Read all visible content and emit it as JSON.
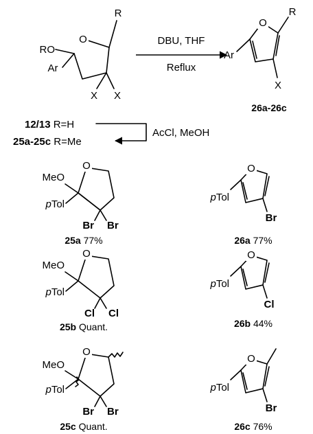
{
  "colors": {
    "bromine": "#F4A064",
    "chlorine": "#22B04A",
    "ink": "#000000",
    "background": "#FFFFFF"
  },
  "general": {
    "substituent_r": "R",
    "atom_ring_o": "O",
    "ro_label": "RO",
    "ar_label": "Ar",
    "x_label": "X",
    "conditions_top": "DBU, THF",
    "conditions_bottom": "Reflux",
    "product_id": "26a-26c"
  },
  "legend": {
    "row1_id": "12/13",
    "row1_text": "R=H",
    "row2_id": "25a-25c",
    "row2_text": "R=Me",
    "reagent": "AcCl, MeOH"
  },
  "labels": {
    "meo": "MeO",
    "ptol_p": "p",
    "ptol_rest": "Tol",
    "o": "O",
    "br": "Br",
    "cl": "Cl"
  },
  "compounds": [
    {
      "id": "25a",
      "yield": "77%"
    },
    {
      "id": "26a",
      "yield": "77%"
    },
    {
      "id": "25b",
      "yield": "Quant."
    },
    {
      "id": "26b",
      "yield": "44%"
    },
    {
      "id": "25c",
      "yield": "Quant."
    },
    {
      "id": "26c",
      "yield": "76%"
    }
  ]
}
